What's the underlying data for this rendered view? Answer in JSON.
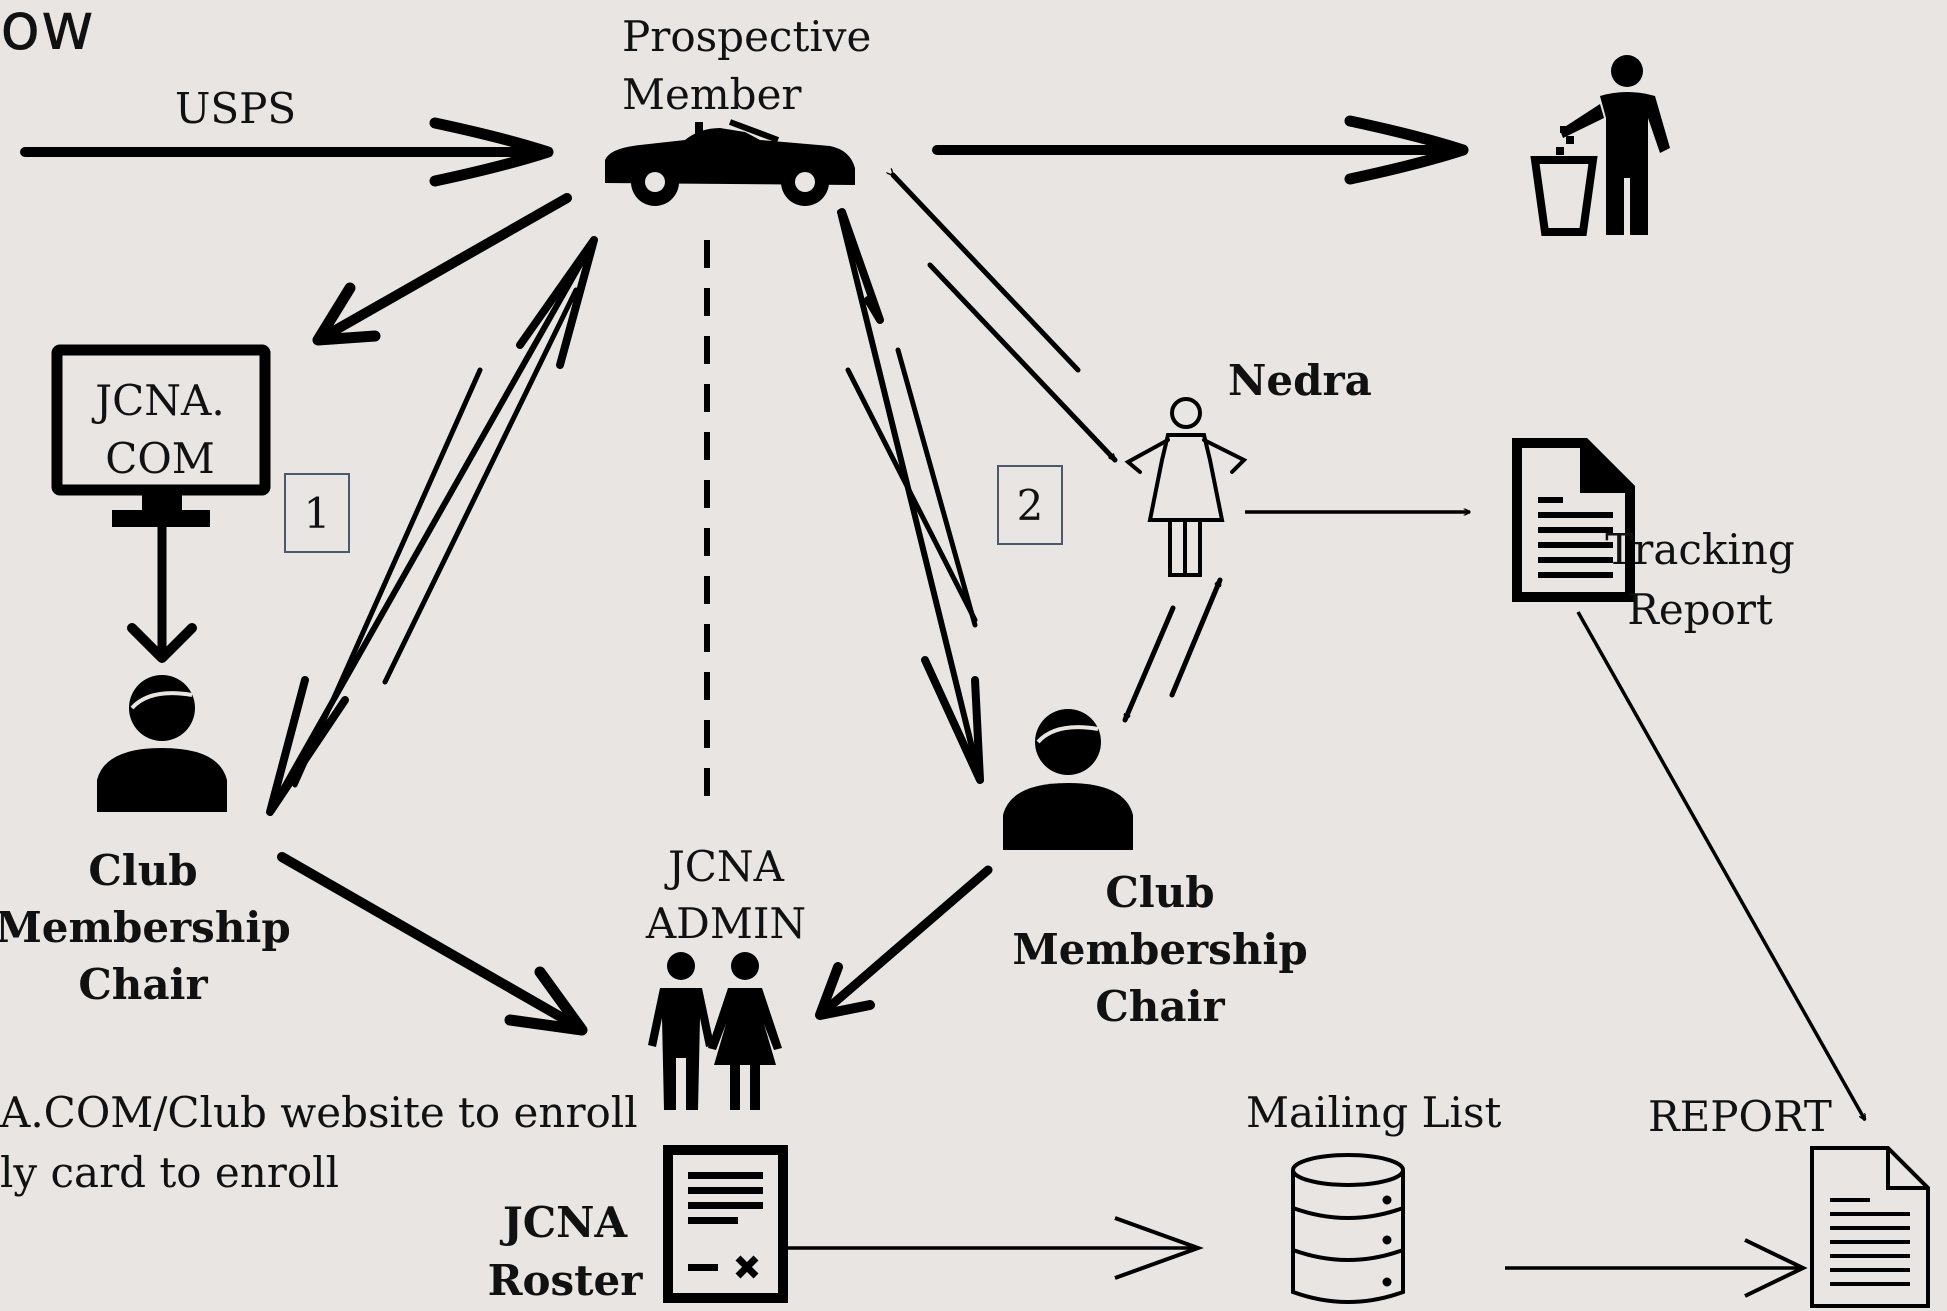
{
  "title_fragment": "ow",
  "labels": {
    "usps": "USPS",
    "prospective_member": [
      "Prospective",
      "Member"
    ],
    "website_monitor": [
      "JCNA.",
      "COM"
    ],
    "step_1": "1",
    "step_2": "2",
    "nedra": "Nedra",
    "tracking_report": [
      "Tracking",
      "Report"
    ],
    "club_chair_left": [
      "Club",
      "Membership",
      "Chair"
    ],
    "jcna_admin": [
      "JCNA",
      "ADMIN"
    ],
    "club_chair_right": [
      "Club",
      "Membership",
      "Chair"
    ],
    "mailing_list": "Mailing List",
    "report": "REPORT",
    "jcna_roster": [
      "JCNA",
      "Roster"
    ]
  },
  "legend": [
    "A.COM/Club website to enroll",
    "ly card to enroll"
  ],
  "icons": [
    "car-icon",
    "trash-person-icon",
    "monitor-icon",
    "person-icon",
    "woman-icon",
    "document-icon",
    "couple-icon",
    "certificate-icon",
    "database-icon",
    "report-document-icon"
  ]
}
